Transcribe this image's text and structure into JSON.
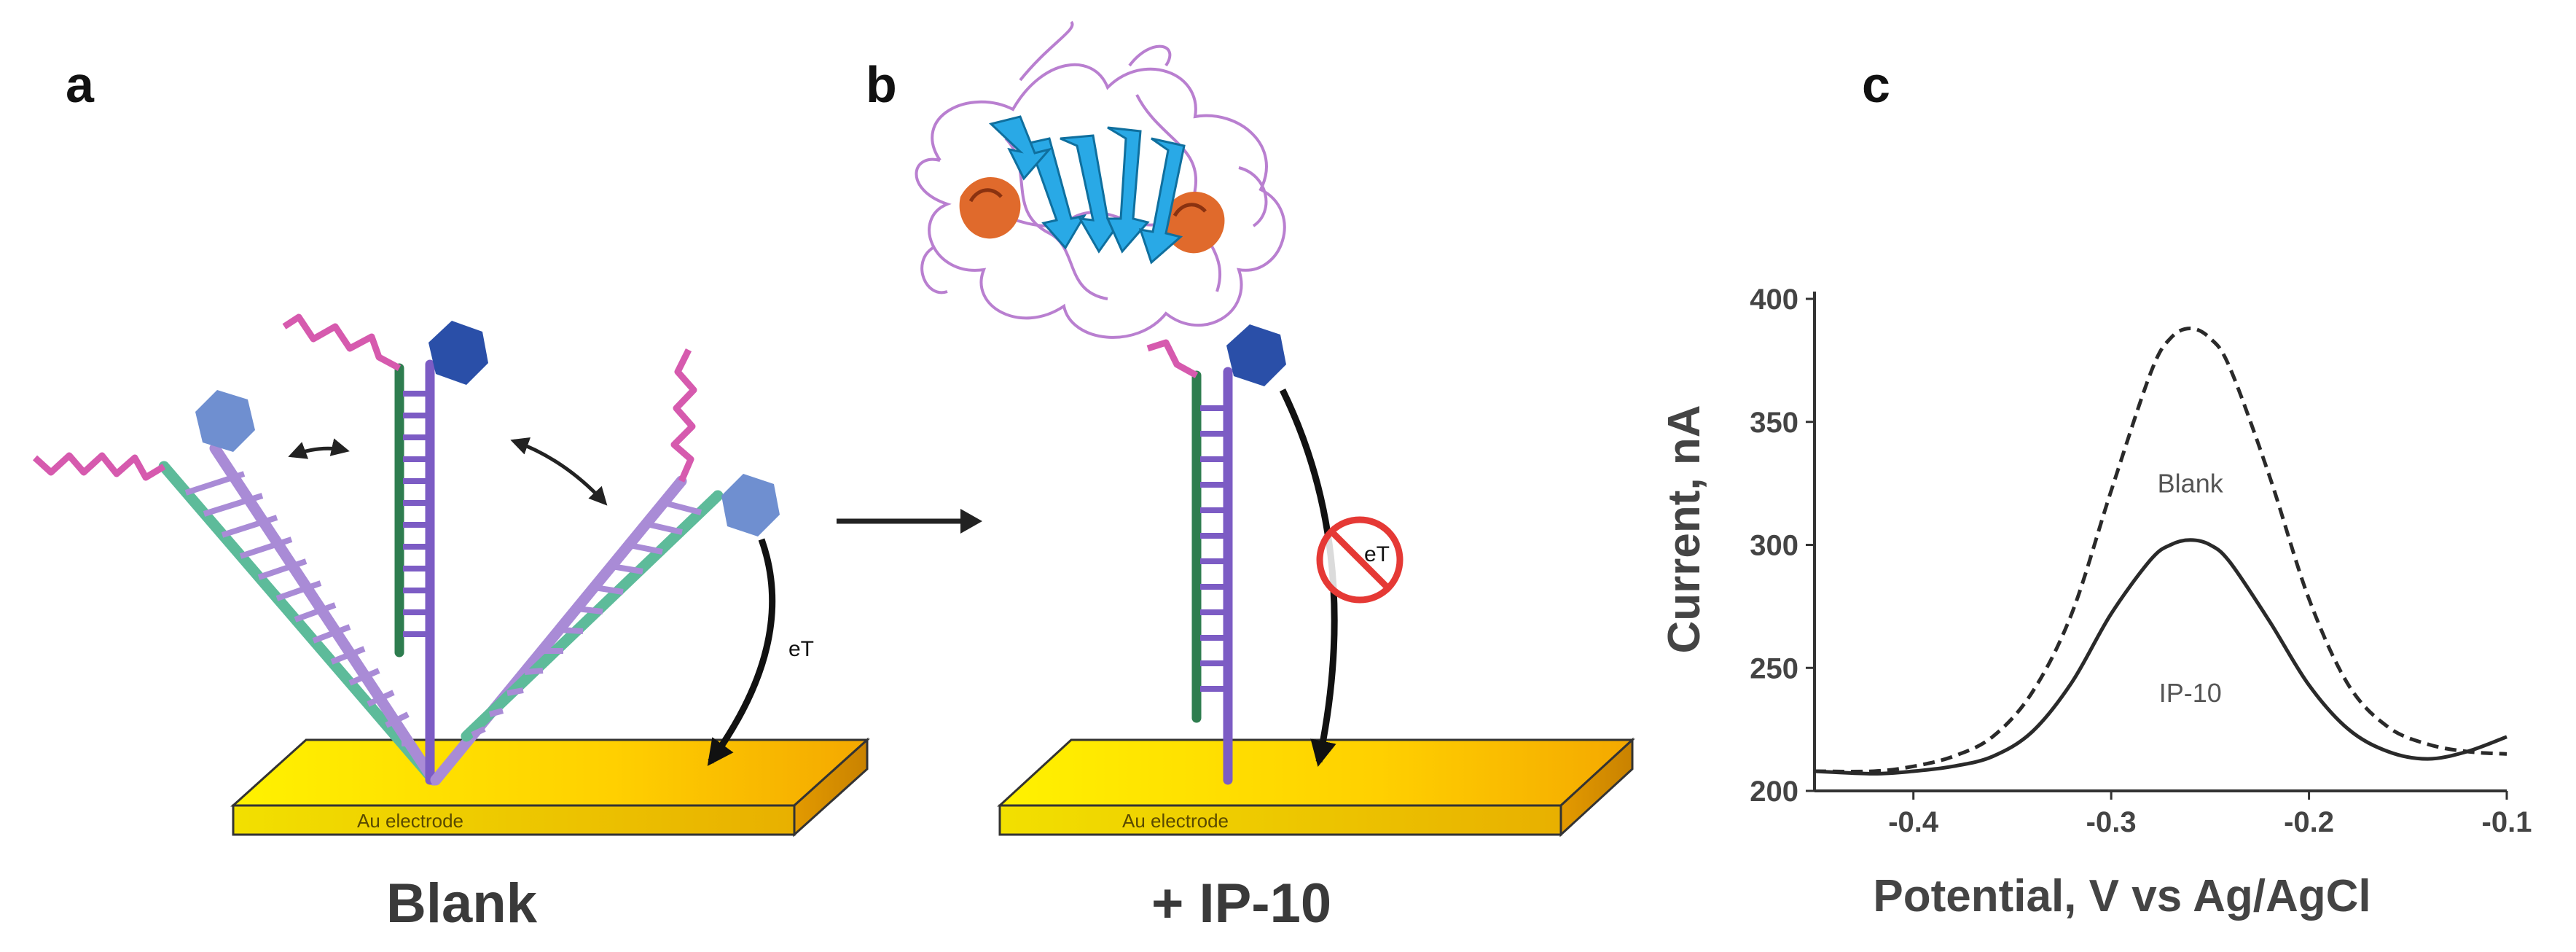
{
  "panels": {
    "a": {
      "letter": "a",
      "caption": "Blank",
      "electrode": "Au electrode",
      "et": "eT"
    },
    "b": {
      "letter": "b",
      "caption": "+ IP-10",
      "electrode": "Au electrode",
      "et": "eT"
    },
    "c": {
      "letter": "c"
    }
  },
  "colors": {
    "gold_light": "#FFE200",
    "gold_dark": "#E8A900",
    "strand_purple": "#7C5CC4",
    "strand_green": "#2E7D4F",
    "strand_teal": "#5DBB9A",
    "strand_lilac": "#A98BD6",
    "linker_pink": "#D65AAE",
    "redox_dark": "#2A4FA8",
    "redox_light": "#6F8FD0",
    "protein_helix": "#E06A2C",
    "protein_sheet": "#29A9E6",
    "protein_loop": "#B97FD0",
    "forbidden": "#E53935"
  },
  "chart_data": {
    "type": "line",
    "xlabel": "Potential, V vs Ag/AgCl",
    "ylabel": "Current, nA",
    "xlim": [
      -0.45,
      -0.1
    ],
    "ylim": [
      200,
      400
    ],
    "xticks": [
      -0.4,
      -0.3,
      -0.2,
      -0.1
    ],
    "yticks": [
      200,
      250,
      300,
      350,
      400
    ],
    "series": [
      {
        "name": "Blank",
        "style": "dashed",
        "x": [
          -0.45,
          -0.42,
          -0.4,
          -0.38,
          -0.36,
          -0.34,
          -0.32,
          -0.3,
          -0.28,
          -0.27,
          -0.26,
          -0.25,
          -0.24,
          -0.22,
          -0.2,
          -0.18,
          -0.16,
          -0.14,
          -0.12,
          -0.1
        ],
        "y": [
          208,
          208,
          210,
          214,
          222,
          240,
          272,
          322,
          370,
          384,
          388,
          384,
          372,
          328,
          278,
          243,
          226,
          219,
          216,
          215
        ]
      },
      {
        "name": "IP-10",
        "style": "solid",
        "x": [
          -0.45,
          -0.42,
          -0.4,
          -0.38,
          -0.36,
          -0.34,
          -0.32,
          -0.3,
          -0.28,
          -0.27,
          -0.26,
          -0.25,
          -0.24,
          -0.22,
          -0.2,
          -0.18,
          -0.16,
          -0.14,
          -0.12,
          -0.1
        ],
        "y": [
          208,
          207,
          208,
          210,
          214,
          224,
          244,
          272,
          294,
          300,
          302,
          300,
          293,
          269,
          243,
          225,
          216,
          213,
          216,
          222
        ]
      }
    ]
  }
}
